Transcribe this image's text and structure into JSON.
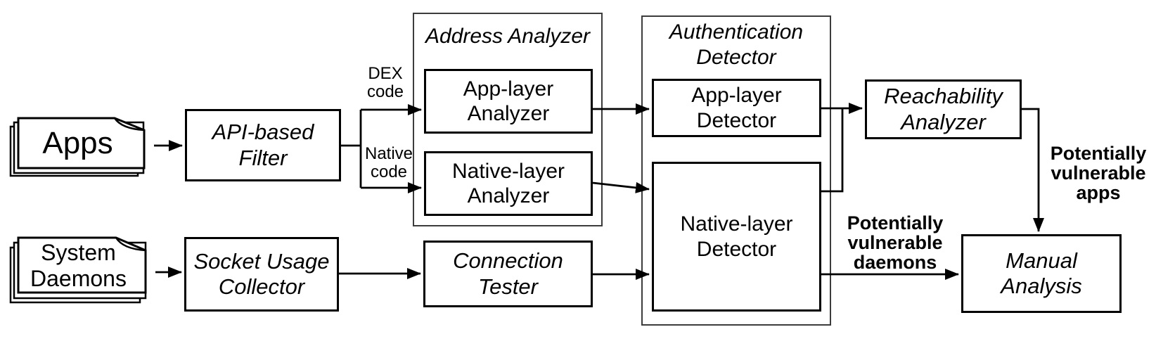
{
  "diagram": {
    "colors": {
      "stroke": "#000000",
      "container_stroke": "#3c3c3c",
      "background": "#ffffff"
    },
    "sources": {
      "apps": "Apps",
      "system_daemons": "System\nDaemons"
    },
    "nodes": {
      "api_filter": "API-based\nFilter",
      "socket_collector": "Socket Usage\nCollector",
      "connection_tester": "Connection\nTester",
      "app_layer_analyzer": "App-layer\nAnalyzer",
      "native_layer_analyzer": "Native-layer\nAnalyzer",
      "app_layer_detector": "App-layer\nDetector",
      "native_layer_detector": "Native-layer\nDetector",
      "reachability_analyzer": "Reachability\nAnalyzer",
      "manual_analysis": "Manual\nAnalysis"
    },
    "containers": {
      "address_analyzer": "Address Analyzer",
      "authentication_detector": "Authentication\nDetector"
    },
    "edge_labels": {
      "dex_code": "DEX\ncode",
      "native_code": "Native\ncode",
      "vulnerable_apps": "Potentially\nvulnerable\napps",
      "vulnerable_daemons": "Potentially\nvulnerable\ndaemons"
    },
    "edges": [
      {
        "from": "apps",
        "to": "api_filter"
      },
      {
        "from": "api_filter",
        "to": "app_layer_analyzer",
        "label": "DEX code"
      },
      {
        "from": "api_filter",
        "to": "native_layer_analyzer",
        "label": "Native code"
      },
      {
        "from": "app_layer_analyzer",
        "to": "app_layer_detector"
      },
      {
        "from": "native_layer_analyzer",
        "to": "native_layer_detector"
      },
      {
        "from": "system_daemons",
        "to": "socket_collector"
      },
      {
        "from": "socket_collector",
        "to": "connection_tester"
      },
      {
        "from": "connection_tester",
        "to": "native_layer_detector"
      },
      {
        "from": "app_layer_detector",
        "to": "reachability_analyzer"
      },
      {
        "from": "native_layer_detector",
        "to": "reachability_analyzer"
      },
      {
        "from": "reachability_analyzer",
        "to": "manual_analysis",
        "label": "Potentially vulnerable apps"
      },
      {
        "from": "native_layer_detector",
        "to": "manual_analysis",
        "label": "Potentially vulnerable daemons"
      }
    ]
  }
}
